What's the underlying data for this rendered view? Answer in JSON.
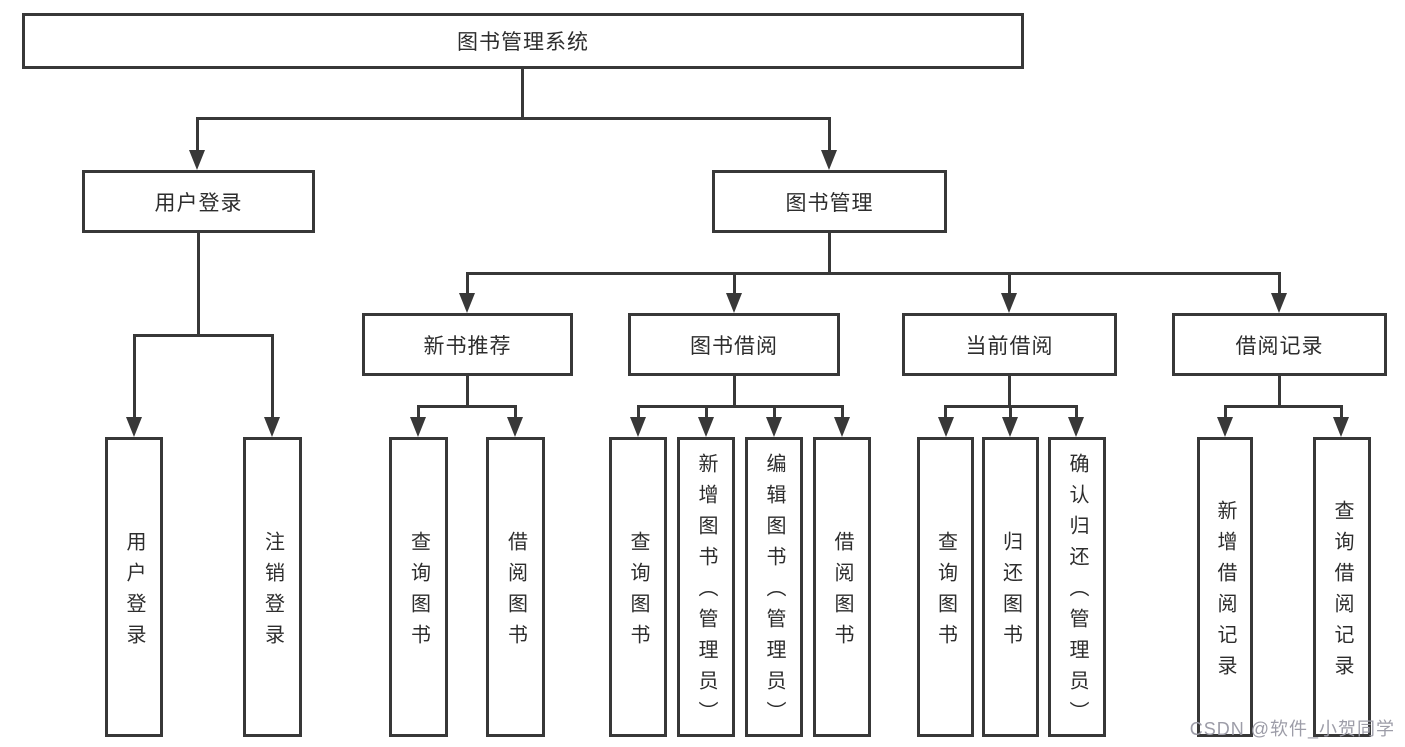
{
  "diagram": {
    "root": {
      "label": "图书管理系统"
    },
    "level2": [
      {
        "id": "user-login",
        "label": "用户登录"
      },
      {
        "id": "book-management",
        "label": "图书管理"
      }
    ],
    "level3": [
      {
        "id": "new-book-recommend",
        "label": "新书推荐"
      },
      {
        "id": "book-borrow",
        "label": "图书借阅"
      },
      {
        "id": "current-borrow",
        "label": "当前借阅"
      },
      {
        "id": "borrow-records",
        "label": "借阅记录"
      }
    ],
    "leaves": {
      "user_login": {
        "label": "用户登录"
      },
      "logout": {
        "label": "注销登录"
      },
      "nb_query_book": {
        "label": "查询图书"
      },
      "nb_borrow_book": {
        "label": "借阅图书"
      },
      "bb_query_book": {
        "label": "查询图书"
      },
      "bb_add_book": {
        "label": "新增图书（管理员）"
      },
      "bb_edit_book": {
        "label": "编辑图书（管理员）"
      },
      "bb_borrow_book": {
        "label": "借阅图书"
      },
      "cb_query_book": {
        "label": "查询图书"
      },
      "cb_return_book": {
        "label": "归还图书"
      },
      "cb_confirm_return": {
        "label": "确认归还（管理员）"
      },
      "br_add_record": {
        "label": "新增借阅记录"
      },
      "br_query_record": {
        "label": "查询借阅记录"
      }
    }
  },
  "watermark": {
    "text": "CSDN @软件_小贺同学"
  },
  "colors": {
    "line": "#383838",
    "box_border": "#383838",
    "text": "#2d2d2d",
    "watermark": "#9d9da8",
    "background": "#ffffff"
  }
}
